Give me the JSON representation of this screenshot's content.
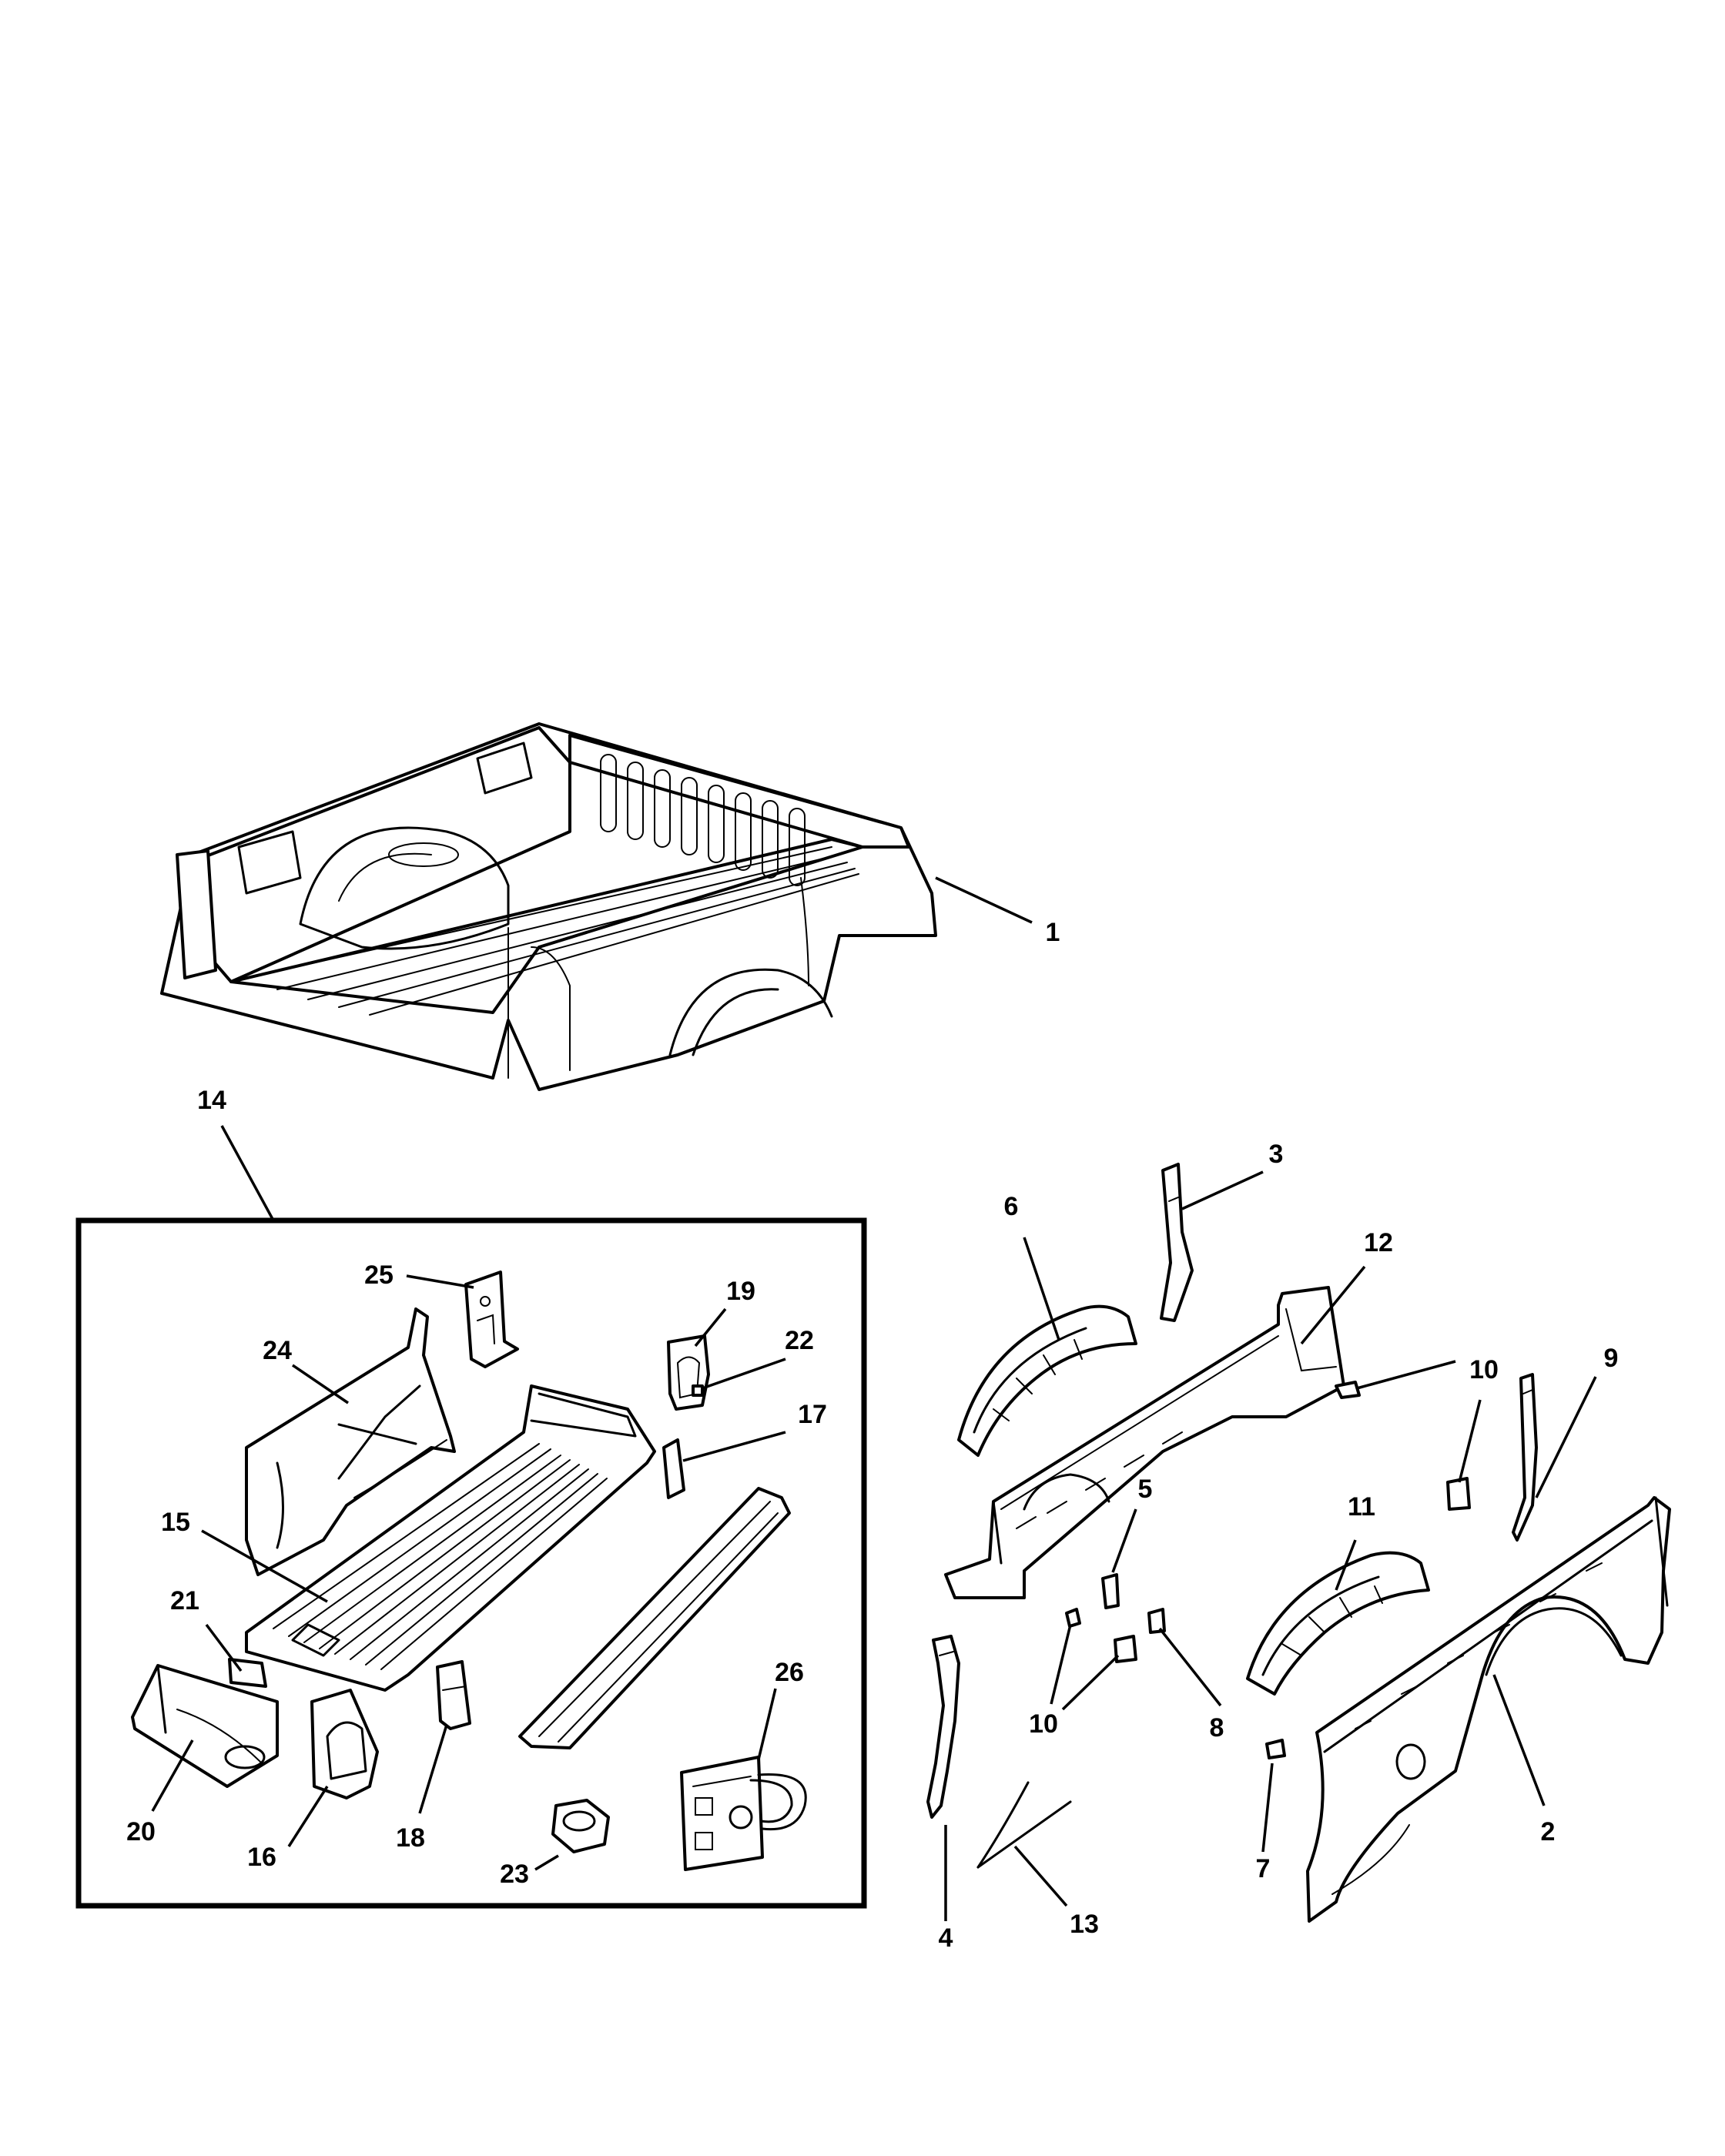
{
  "callouts": {
    "c1": "1",
    "c2": "2",
    "c3": "3",
    "c4": "4",
    "c5": "5",
    "c6": "6",
    "c7": "7",
    "c8": "8",
    "c9": "9",
    "c10a": "10",
    "c10b": "10",
    "c11": "11",
    "c12": "12",
    "c13": "13",
    "c14": "14",
    "c15": "15",
    "c16": "16",
    "c17": "17",
    "c18": "18",
    "c19": "19",
    "c20": "20",
    "c21": "21",
    "c22": "22",
    "c23": "23",
    "c24": "24",
    "c25": "25",
    "c26": "26"
  }
}
